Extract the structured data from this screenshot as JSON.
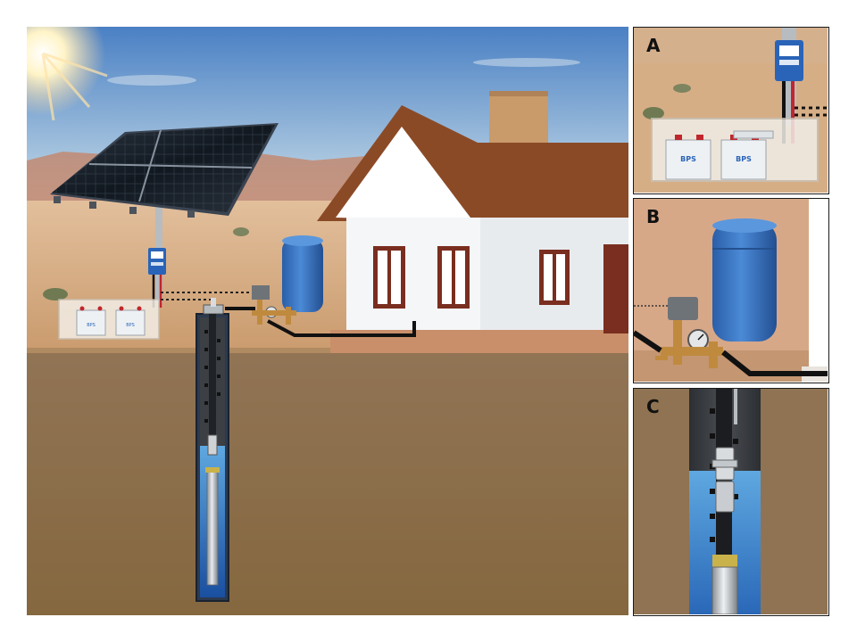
{
  "insets": [
    {
      "label": "A"
    },
    {
      "label": "B"
    },
    {
      "label": "C"
    }
  ],
  "battery_brand": "BPS",
  "colors": {
    "sky_top": "#4f86c6",
    "sky_bottom": "#dbe7ef",
    "desert": "#d9b48f",
    "ground": "#8c7150",
    "roof": "#8b4a26",
    "house_wall": "#ffffff",
    "tank": "#3b78c4",
    "water": "#2f7fcf",
    "pipe": "#111111",
    "brass": "#c08a3e",
    "controller": "#2a64b8"
  }
}
